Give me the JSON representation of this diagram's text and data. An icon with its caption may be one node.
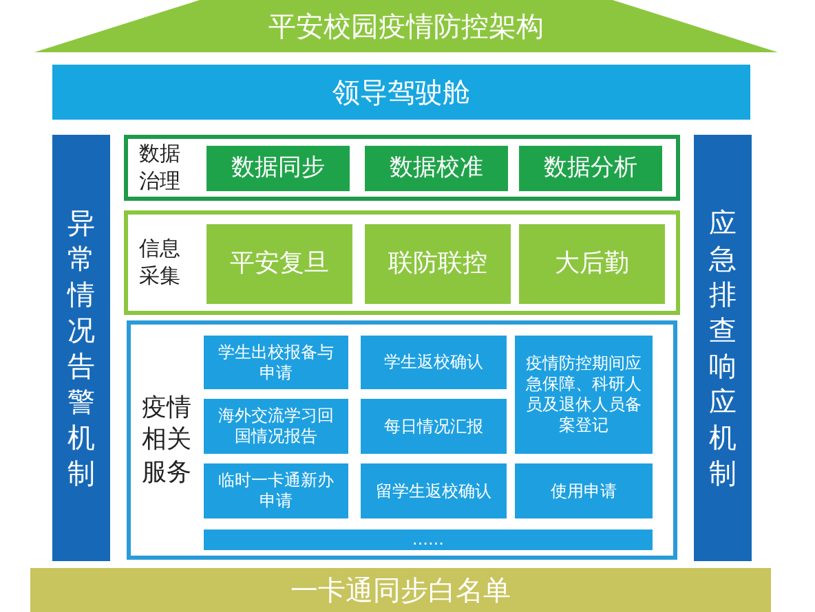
{
  "diagram": {
    "nodes": [
      {
        "text": [
          "平安校园疫情防控架构"
        ]
      },
      {
        "text": [
          "领导驾驶舱"
        ]
      },
      {
        "text": [
          "异常情况告警机制"
        ]
      },
      {
        "text": [
          "数据治理"
        ]
      },
      {
        "text": [
          "数据同步"
        ],
        "in": 3
      },
      {
        "text": [
          "数据校准"
        ],
        "in": 3
      },
      {
        "text": [
          "数据分析"
        ],
        "in": 3
      },
      {
        "text": [
          "信息采集"
        ]
      },
      {
        "text": [
          "平安复旦"
        ],
        "in": 7
      },
      {
        "text": [
          "联防联控"
        ],
        "in": 7
      },
      {
        "text": [
          "大后勤"
        ],
        "in": 7
      },
      {
        "text": [
          "疫情相关服务"
        ]
      },
      {
        "text": [
          "学生出校报备与申请"
        ],
        "in": 11
      },
      {
        "text": [
          "学生返校确认"
        ],
        "in": 11
      },
      {
        "text": [
          "疫情防控期间应急保障、科研人员及退休人员备案登记"
        ],
        "in": 11
      },
      {
        "text": [
          "海外交流学习回国情况报告"
        ],
        "in": 11
      },
      {
        "text": [
          "每日情况汇报"
        ],
        "in": 11
      },
      {
        "text": [
          "临时一卡通新办申请"
        ],
        "in": 11
      },
      {
        "text": [
          "留学生返校确认"
        ],
        "in": 11
      },
      {
        "text": [
          "使用申请"
        ],
        "in": 11
      },
      {
        "text": [
          "......"
        ],
        "in": 11
      },
      {
        "text": [
          "应急排查响应机制"
        ]
      },
      {
        "text": [
          "一卡通同步白名单"
        ]
      }
    ],
    "edges": []
  }
}
